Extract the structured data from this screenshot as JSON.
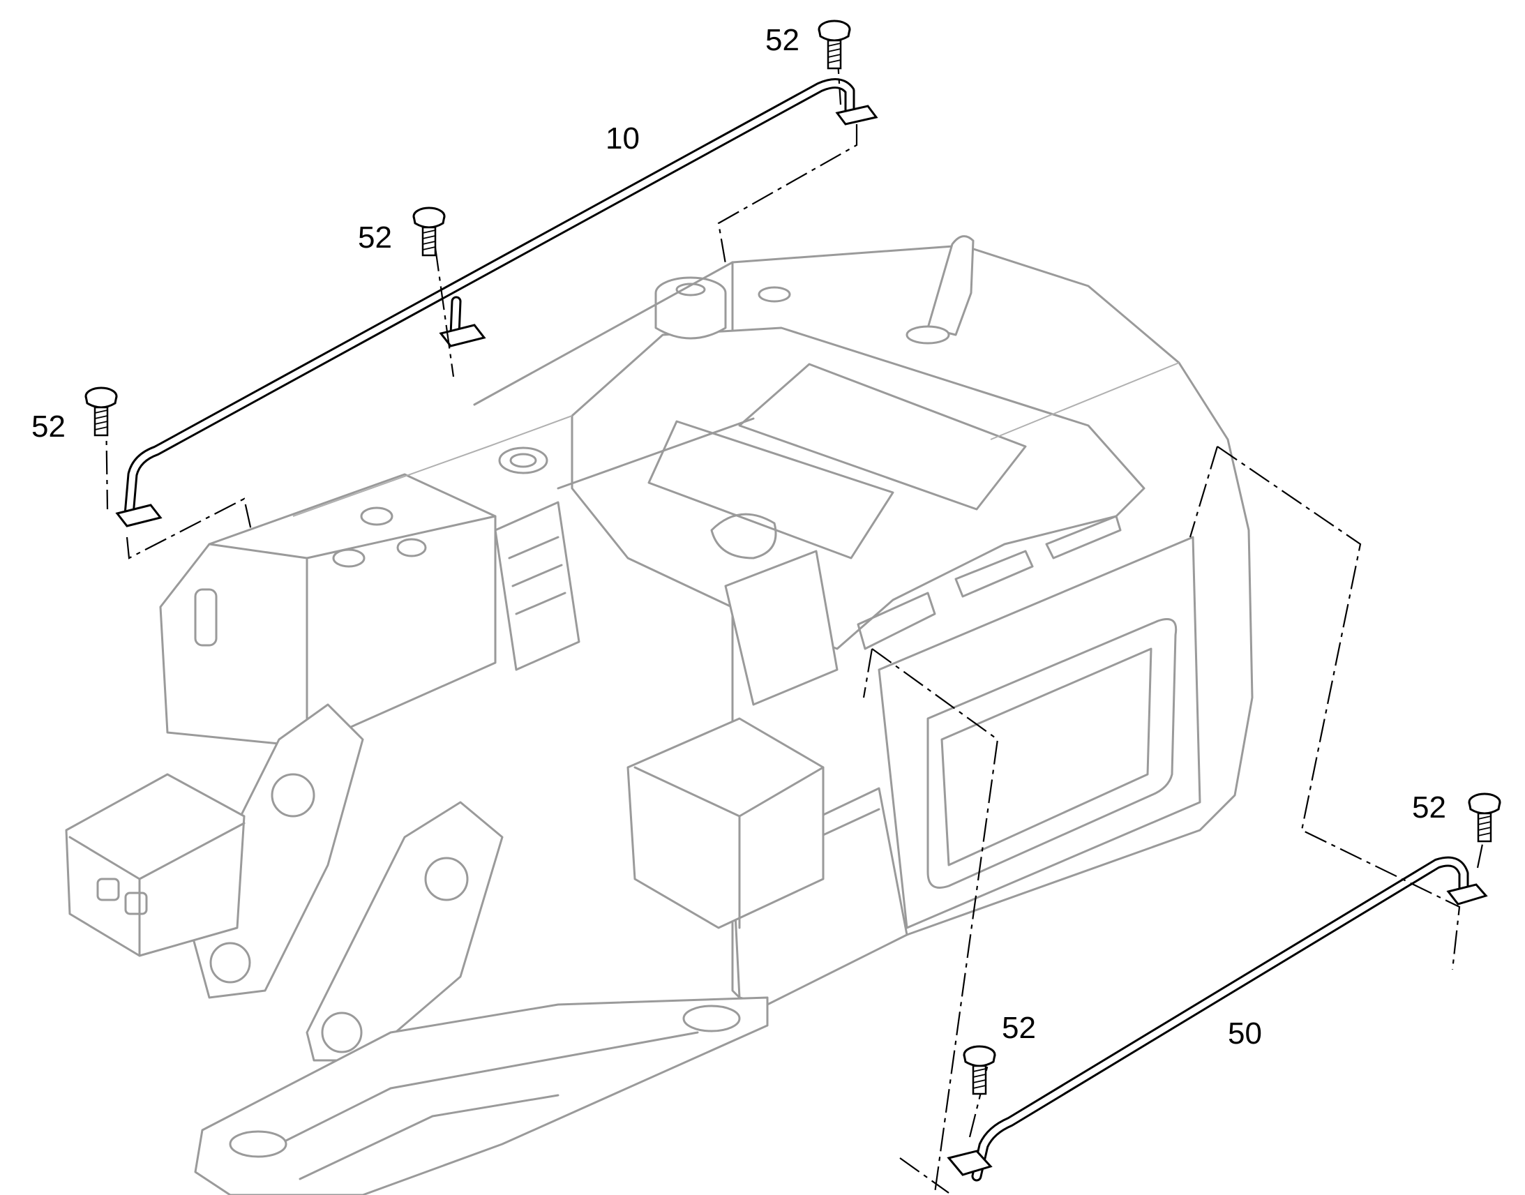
{
  "callouts": {
    "top_right_bolt": "52",
    "top_rail": "10",
    "middle_bolt": "52",
    "left_bolt": "52",
    "right_bolt": "52",
    "lower_bolt": "52",
    "bottom_rail": "50"
  }
}
